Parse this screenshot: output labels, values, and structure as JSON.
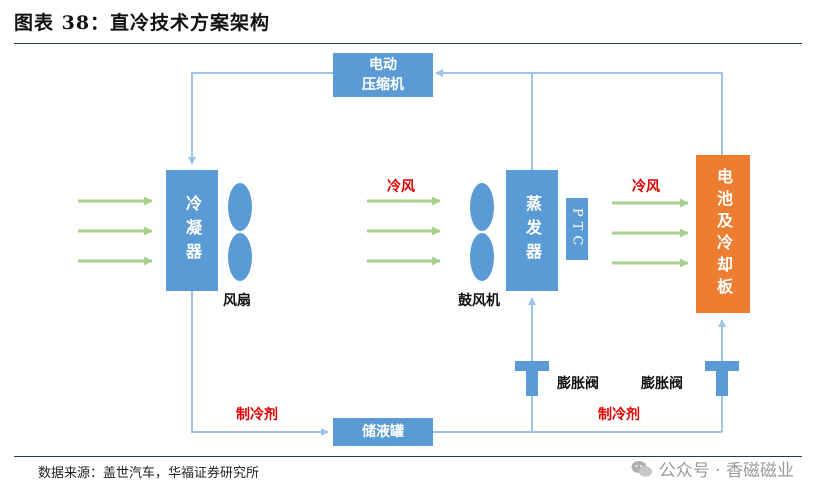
{
  "title": "图表 38：直冷技术方案架构",
  "source": "数据来源：盖世汽车，华福证券研究所",
  "watermark": "公众号 · 香磁磁业",
  "components": {
    "compressor": "电动\n压缩机",
    "condenser": "冷凝器",
    "evaporator": "蒸发器",
    "ptc": "PTC",
    "battery": "电池及冷却板",
    "receiver": "储液罐"
  },
  "labels": {
    "fan": "风扇",
    "blower": "鼓风机",
    "cold_air_1": "冷风",
    "cold_air_2": "冷风",
    "expansion_valve_1": "膨胀阀",
    "expansion_valve_2": "膨胀阀",
    "refrigerant_1": "制冷剂",
    "refrigerant_2": "制冷剂"
  },
  "colors": {
    "component_fill": "#5b9bd5",
    "battery_fill": "#ed7d31",
    "pipe": "#9dc3e6",
    "air_arrow": "#a9d18e",
    "highlight_text": "#e00000"
  }
}
